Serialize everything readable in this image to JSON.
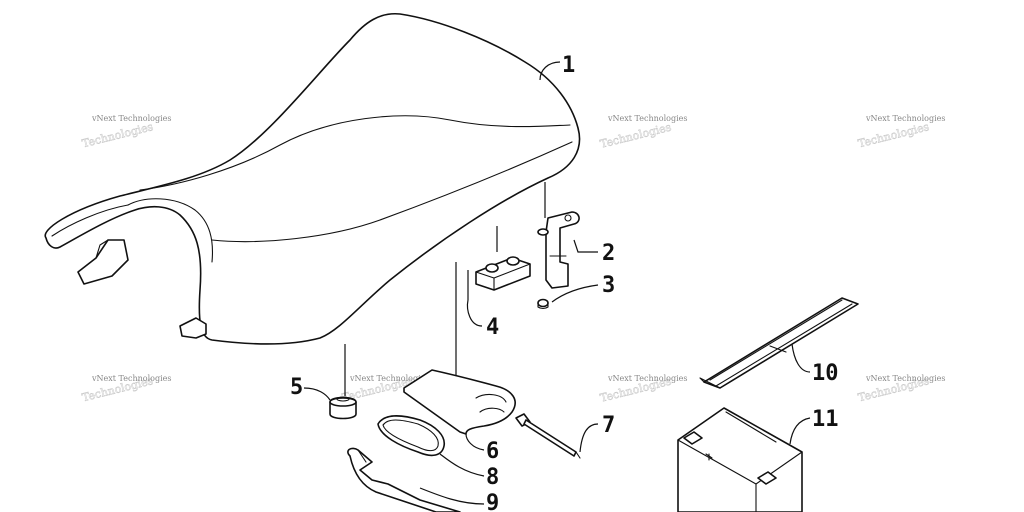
{
  "watermark": "vNext Technologies",
  "callouts": [
    "1",
    "2",
    "3",
    "4",
    "5",
    "6",
    "7",
    "8",
    "9",
    "10",
    "11"
  ]
}
